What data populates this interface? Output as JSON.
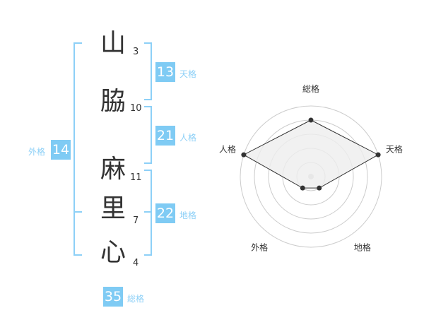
{
  "name": {
    "chars": [
      {
        "char": "山",
        "strokes": "3"
      },
      {
        "char": "脇",
        "strokes": "10"
      },
      {
        "char": "麻",
        "strokes": "11"
      },
      {
        "char": "里",
        "strokes": "7"
      },
      {
        "char": "心",
        "strokes": "4"
      }
    ]
  },
  "kaku": {
    "tenkaku": {
      "label": "天格",
      "value": "13"
    },
    "jinkaku": {
      "label": "人格",
      "value": "21"
    },
    "chikaku": {
      "label": "地格",
      "value": "22"
    },
    "gaikaku": {
      "label": "外格",
      "value": "14"
    },
    "soukaku": {
      "label": "総格",
      "value": "35"
    }
  },
  "chart_data": {
    "type": "radar",
    "axes": [
      "総格",
      "天格",
      "地格",
      "外格",
      "人格"
    ],
    "values": [
      4,
      5,
      1,
      1,
      5
    ],
    "range": [
      0,
      5
    ],
    "rings": 5
  },
  "colors": {
    "accent": "#7fcbf4",
    "line": "#333333",
    "fill": "#eeeeee",
    "grid": "#cccccc"
  }
}
